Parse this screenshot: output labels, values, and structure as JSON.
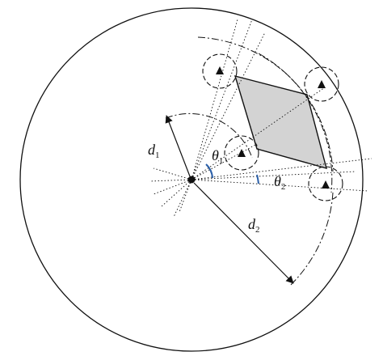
{
  "labels": {
    "d1": {
      "main": "d",
      "sub": "1"
    },
    "d2": {
      "main": "d",
      "sub": "2"
    },
    "theta1": {
      "main": "θ",
      "sub": "1"
    },
    "theta2": {
      "main": "θ",
      "sub": "2"
    }
  },
  "colors": {
    "stroke": "#111111",
    "polygon_fill": "#d3d3d3",
    "angle_arc": "#2b5fa8",
    "background": "#ffffff"
  },
  "icons": {
    "beacon": "triangle-marker",
    "center": "filled-dot"
  }
}
